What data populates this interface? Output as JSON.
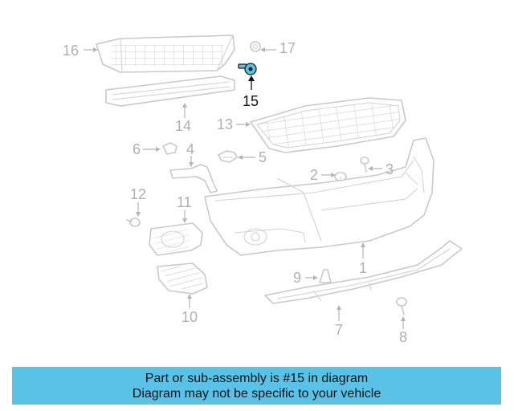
{
  "callouts": {
    "c1": "1",
    "c2": "2",
    "c3": "3",
    "c4": "4",
    "c5": "5",
    "c6": "6",
    "c7": "7",
    "c8": "8",
    "c9": "9",
    "c10": "10",
    "c11": "11",
    "c12": "12",
    "c13": "13",
    "c14": "14",
    "c15": "15",
    "c16": "16",
    "c17": "17"
  },
  "highlight": {
    "part_number": "15",
    "color": "#5bc2e7"
  },
  "banner": {
    "line1": "Part or sub-assembly is #15 in diagram",
    "line2": "Diagram may not be specific to your vehicle",
    "background": "#5bc2e7"
  }
}
